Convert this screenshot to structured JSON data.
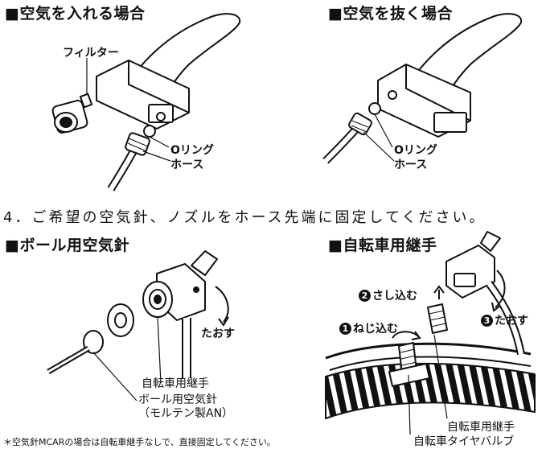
{
  "sections": {
    "inflate": {
      "title": "■空気を入れる場合",
      "filter_label": "フィルター",
      "oring_label": "Oリング",
      "hose_label": "ホース"
    },
    "deflate": {
      "title": "■空気を抜く場合",
      "oring_label": "Oリング",
      "hose_label": "ホース"
    },
    "step4": {
      "text": "4．ご希望の空気針、ノズルをホース先端に固定してください。"
    },
    "ball": {
      "title": "■ボール用空気針",
      "tilt_label": "たおす",
      "joint_label": "自転車用継手",
      "needle_label_1": "ボール用空気針",
      "needle_label_2": "（モルテン製AN）"
    },
    "bike": {
      "title": "■自転車用継手",
      "step2": {
        "num": "2",
        "text": "さし込む"
      },
      "step1": {
        "num": "1",
        "text": "ねじ込む"
      },
      "step3": {
        "num": "3",
        "text": "たおす"
      },
      "joint_label": "自転車用継手",
      "valve_label": "自転車タイヤバルブ"
    },
    "footnote": "＊空気針MCARの場合は自転車継手なしで、直接固定してください。"
  }
}
